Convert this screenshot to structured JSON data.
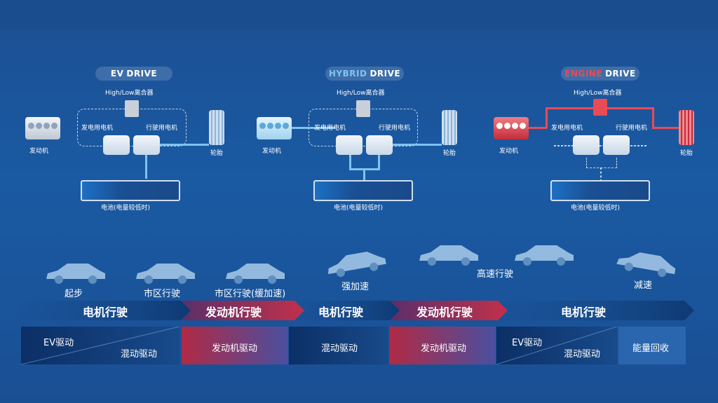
{
  "diagrams": [
    {
      "mode": "EV",
      "drive": "DRIVE",
      "clutch": "High/Low离合器",
      "gen_motor": "发电用电机",
      "drive_motor": "行驶用电机",
      "engine": "发动机",
      "tire": "轮胎",
      "battery": "电池(电量较低时)",
      "mode_color": "#ffffff",
      "line_color": "#7ec3f2"
    },
    {
      "mode": "HYBRID",
      "drive": "DRIVE",
      "clutch": "High/Low离合器",
      "gen_motor": "发电用电机",
      "drive_motor": "行驶用电机",
      "engine": "发动机",
      "tire": "轮胎",
      "battery": "电池(电量较低时)",
      "mode_color": "#7ec3f2",
      "line_color": "#7ec3f2"
    },
    {
      "mode": "ENGINE",
      "drive": "DRIVE",
      "clutch": "High/Low离合器",
      "gen_motor": "发电用电机",
      "drive_motor": "行驶用电机",
      "engine": "发动机",
      "tire": "轮胎",
      "battery": "电池(电量较低时)",
      "mode_color": "#e84b55",
      "line_color": "#e84b55"
    }
  ],
  "stages": [
    "起步",
    "市区行驶",
    "市区行驶(缓加速)",
    "强加速",
    "高速行驶",
    "减速"
  ],
  "drive_modes": [
    {
      "label": "电机行驶",
      "color": "#0e3a73"
    },
    {
      "label": "发动机行驶",
      "color": "#b02a45"
    },
    {
      "label": "电机行驶",
      "color": "#0e3a73"
    },
    {
      "label": "发动机行驶",
      "color": "#b02a45"
    },
    {
      "label": "电机行驶",
      "color": "#0e3a73"
    }
  ],
  "boxes": [
    {
      "labels": [
        "EV驱动",
        "混动驱动"
      ]
    },
    {
      "labels": [
        "发动机驱动"
      ]
    },
    {
      "labels": [
        "混动驱动"
      ]
    },
    {
      "labels": [
        "发动机驱动"
      ]
    },
    {
      "labels": [
        "EV驱动",
        "混动驱动"
      ]
    },
    {
      "labels": [
        "能量回收"
      ]
    }
  ]
}
